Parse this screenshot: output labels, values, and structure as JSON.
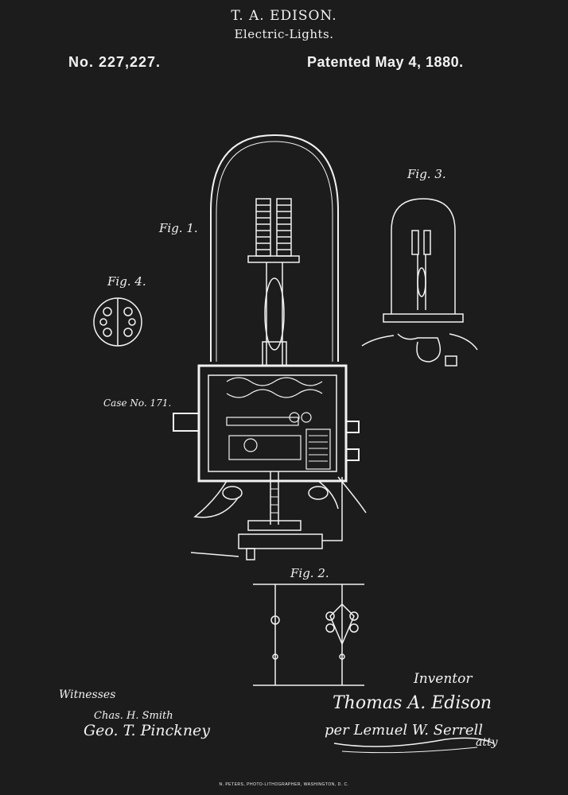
{
  "header": {
    "inventor_name": "T. A. EDISON.",
    "invention_title": "Electric-Lights.",
    "patent_number": "No. 227,227.",
    "patent_date": "Patented May 4, 1880."
  },
  "figures": {
    "fig1": "Fig. 1.",
    "fig2": "Fig. 2.",
    "fig3": "Fig. 3.",
    "fig4": "Fig. 4."
  },
  "case_note": "Case No. 171.",
  "signatures": {
    "witnesses_label": "Witnesses",
    "witness_1": "Chas. H. Smith",
    "witness_2": "Geo. T. Pinckney",
    "inventor_label": "Inventor",
    "inventor_signature": "Thomas A. Edison",
    "attorney_signature": "per Lemuel W. Serrell",
    "attorney_suffix": "atty"
  },
  "footer": "N. PETERS, PHOTO-LITHOGRAPHER, WASHINGTON, D. C.",
  "colors": {
    "background": "#1c1c1c",
    "ink": "#f2f2f2"
  }
}
